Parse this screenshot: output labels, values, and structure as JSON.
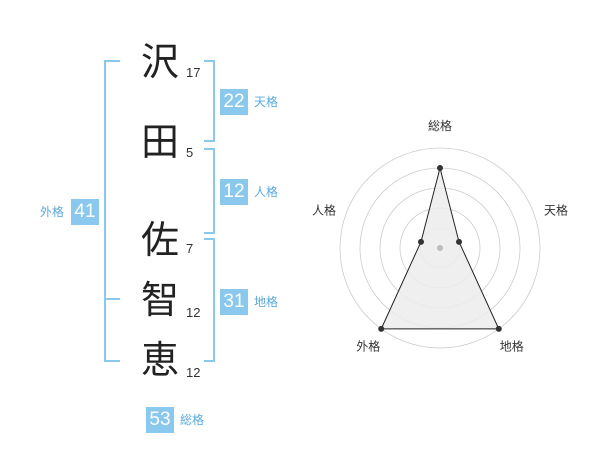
{
  "name": {
    "characters": [
      {
        "char": "沢",
        "strokes": "17"
      },
      {
        "char": "田",
        "strokes": "5"
      },
      {
        "char": "佐",
        "strokes": "7"
      },
      {
        "char": "智",
        "strokes": "12"
      },
      {
        "char": "恵",
        "strokes": "12"
      }
    ]
  },
  "fortunes": {
    "tenkaku": {
      "label": "天格",
      "value": "22"
    },
    "jinkaku": {
      "label": "人格",
      "value": "12"
    },
    "chikaku": {
      "label": "地格",
      "value": "31"
    },
    "gaikaku": {
      "label": "外格",
      "value": "41"
    },
    "soukaku": {
      "label": "総格",
      "value": "53"
    }
  },
  "radar": {
    "axes": [
      "総格",
      "天格",
      "地格",
      "外格",
      "人格"
    ],
    "levels": 5,
    "values": [
      4,
      1,
      5,
      5,
      1
    ],
    "colors": {
      "fill": "#ececec",
      "stroke": "#222222",
      "grid": "#cccccc",
      "point": "#333333"
    }
  }
}
